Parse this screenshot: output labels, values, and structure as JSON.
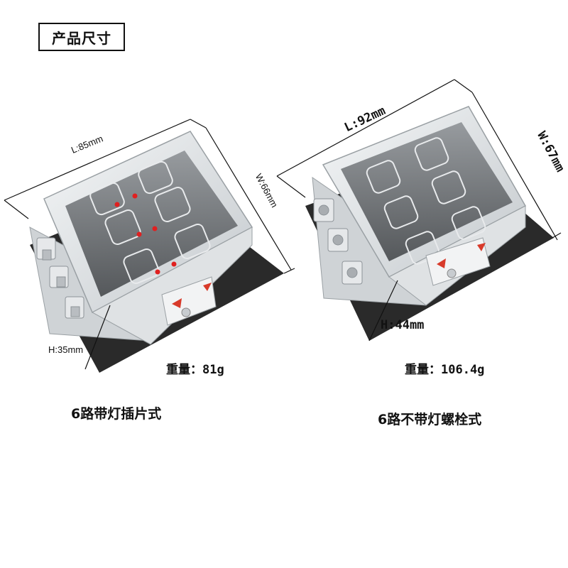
{
  "header": {
    "title": "产品尺寸"
  },
  "left_product": {
    "length": "L:85mm",
    "width": "W:66mm",
    "height": "H:35mm",
    "weight": "重量：81g",
    "caption": "6路带灯插片式"
  },
  "right_product": {
    "length": "L:92mm",
    "width": "W:67mm",
    "height": "H:44mm",
    "weight": "重量：106.4g",
    "caption": "6路不带灯螺栓式"
  },
  "colors": {
    "base": "#2a2a2a",
    "shell": "#d9dde0",
    "fuse_led": "#e02020",
    "press_arrow": "#d83a2a"
  }
}
